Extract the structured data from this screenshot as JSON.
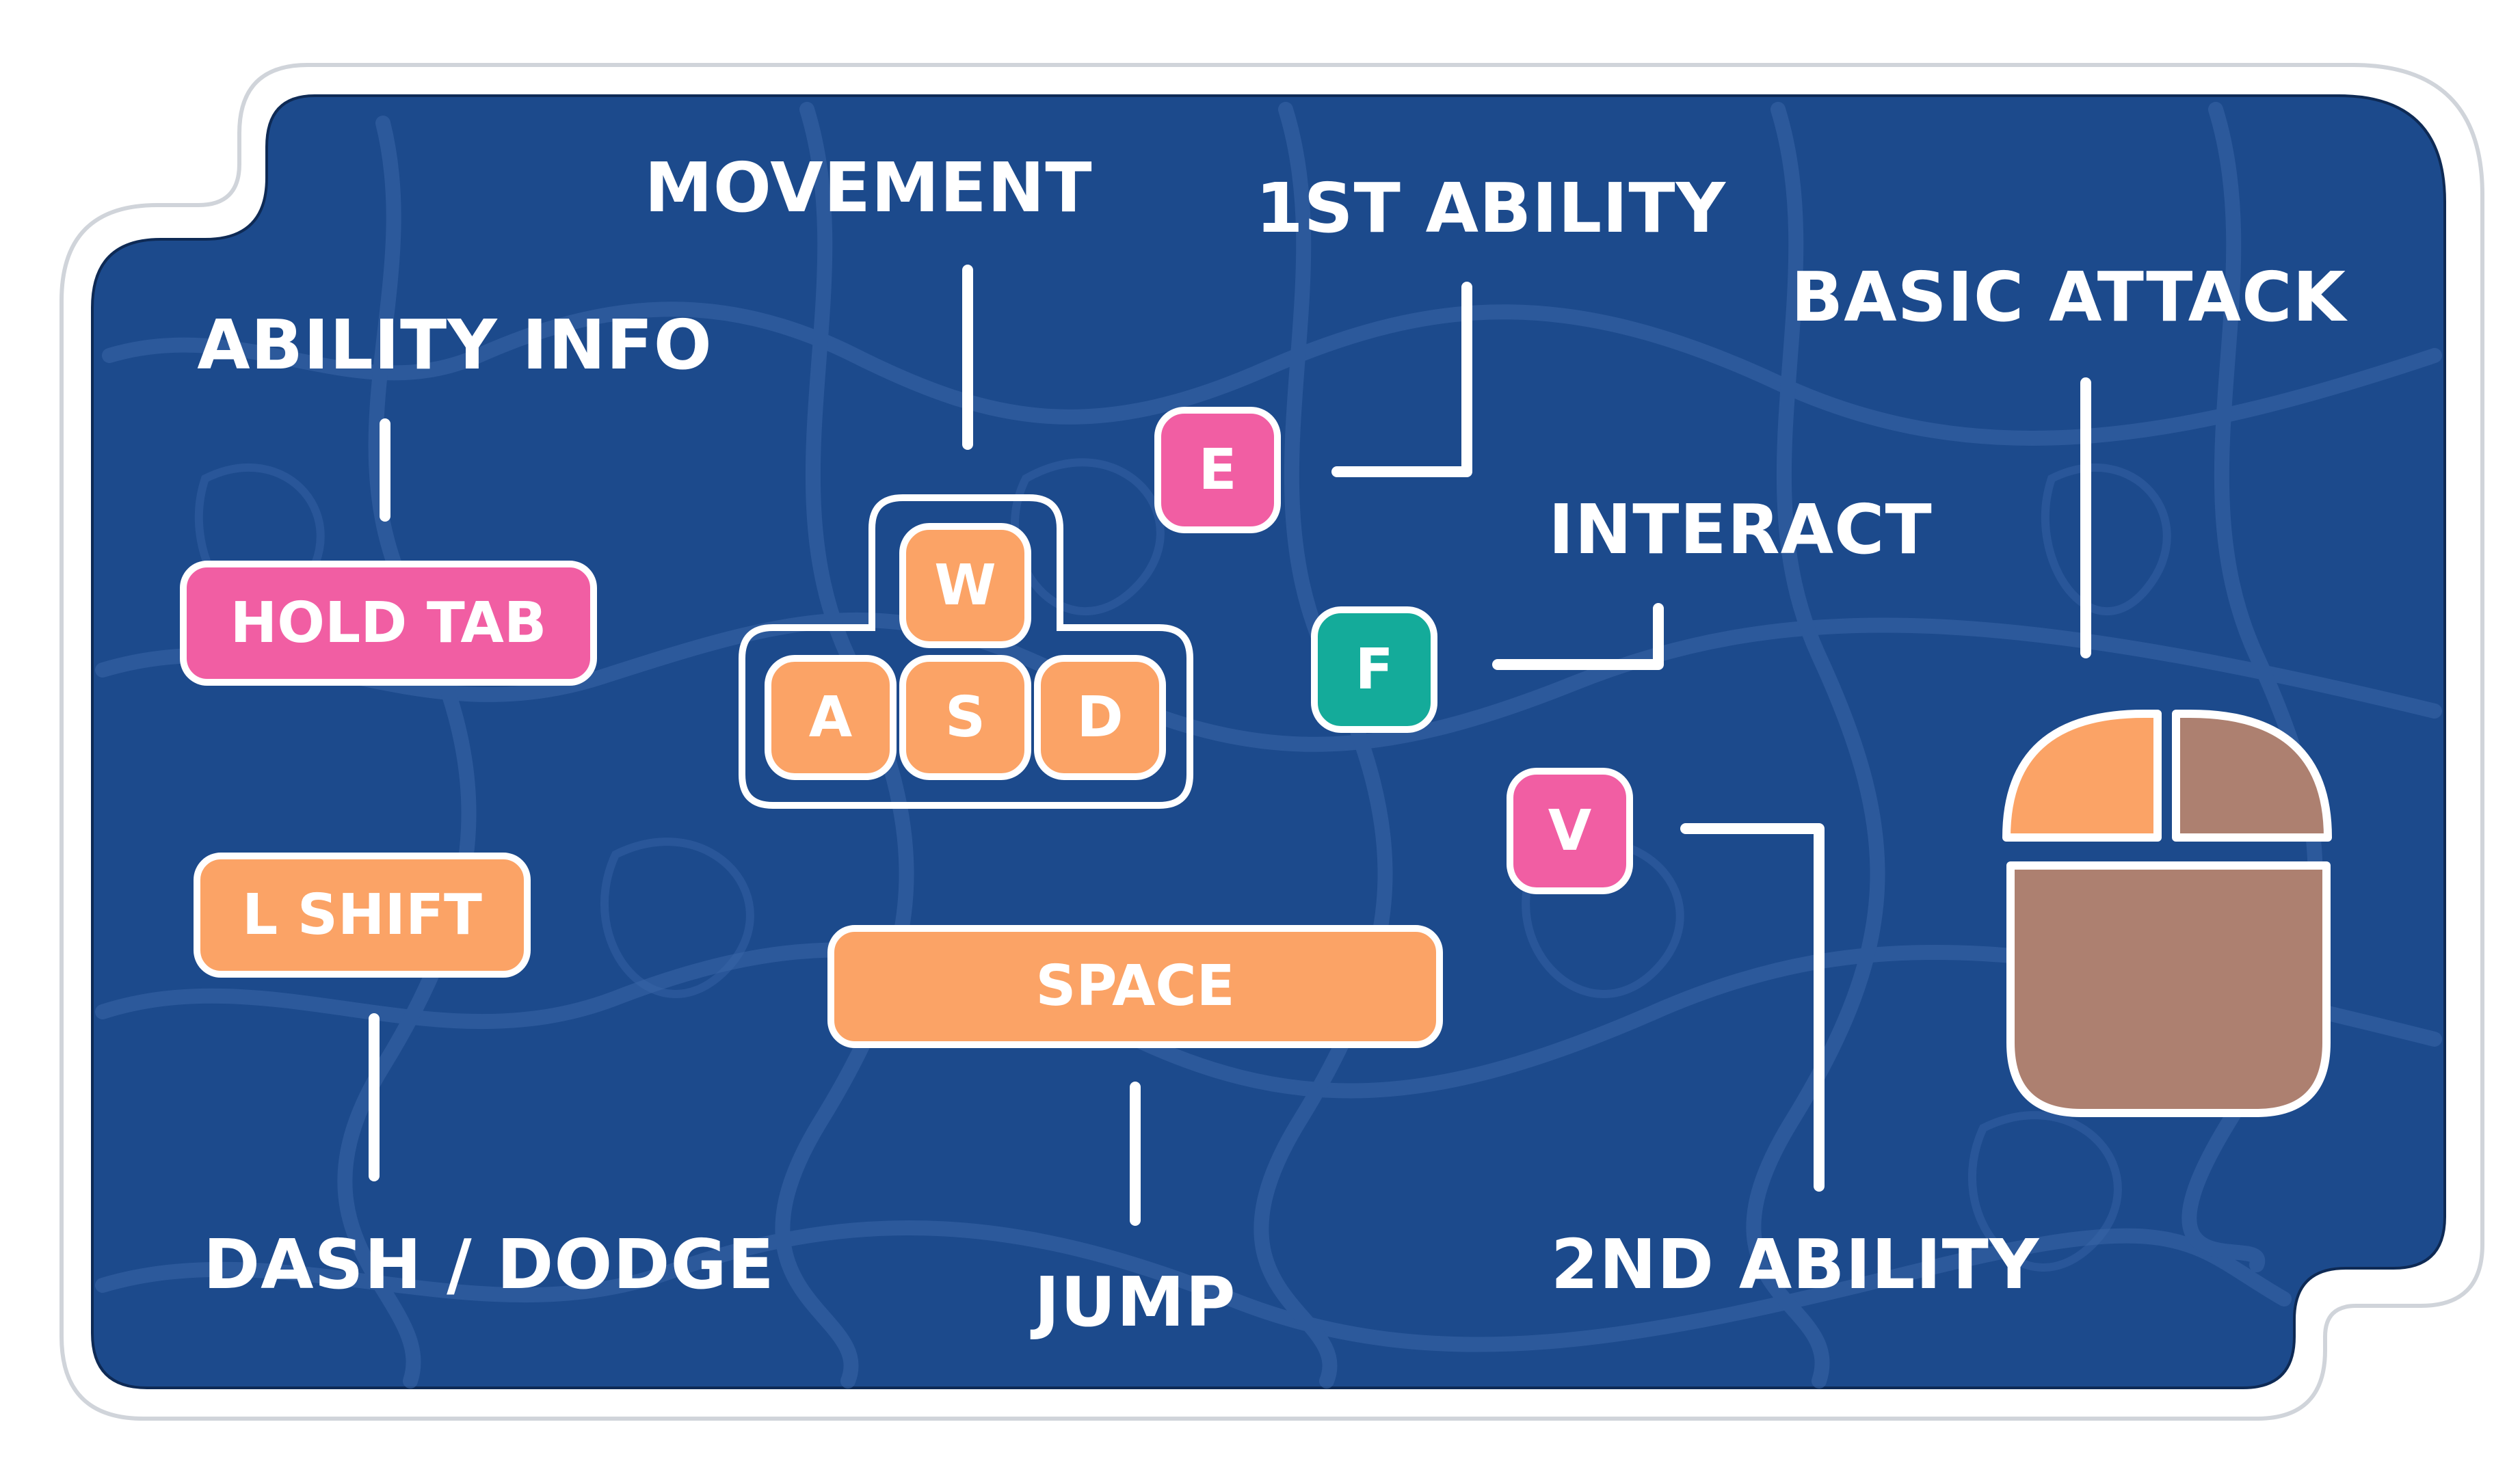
{
  "labels": {
    "movement": "MOVEMENT",
    "first_ability": "1ST ABILITY",
    "basic_attack": "BASIC ATTACK",
    "ability_info": "ABILITY INFO",
    "interact": "INTERACT",
    "dash_dodge": "DASH / DODGE",
    "jump": "JUMP",
    "second_ability": "2ND ABILITY"
  },
  "keys": {
    "hold_tab": "HOLD TAB",
    "l_shift": "L SHIFT",
    "w": "W",
    "a": "A",
    "s": "S",
    "d": "D",
    "e": "E",
    "f": "F",
    "v": "V",
    "space": "SPACE"
  },
  "mouse": {
    "left_button_color": "#fba366",
    "right_button_color": "#ad8070",
    "body_color": "#ad8070"
  },
  "colors": {
    "background": "#1c4a8c",
    "pink_key": "#f15ea3",
    "orange_key": "#fba366",
    "teal_key": "#14ab9a",
    "outline": "#ffffff"
  }
}
